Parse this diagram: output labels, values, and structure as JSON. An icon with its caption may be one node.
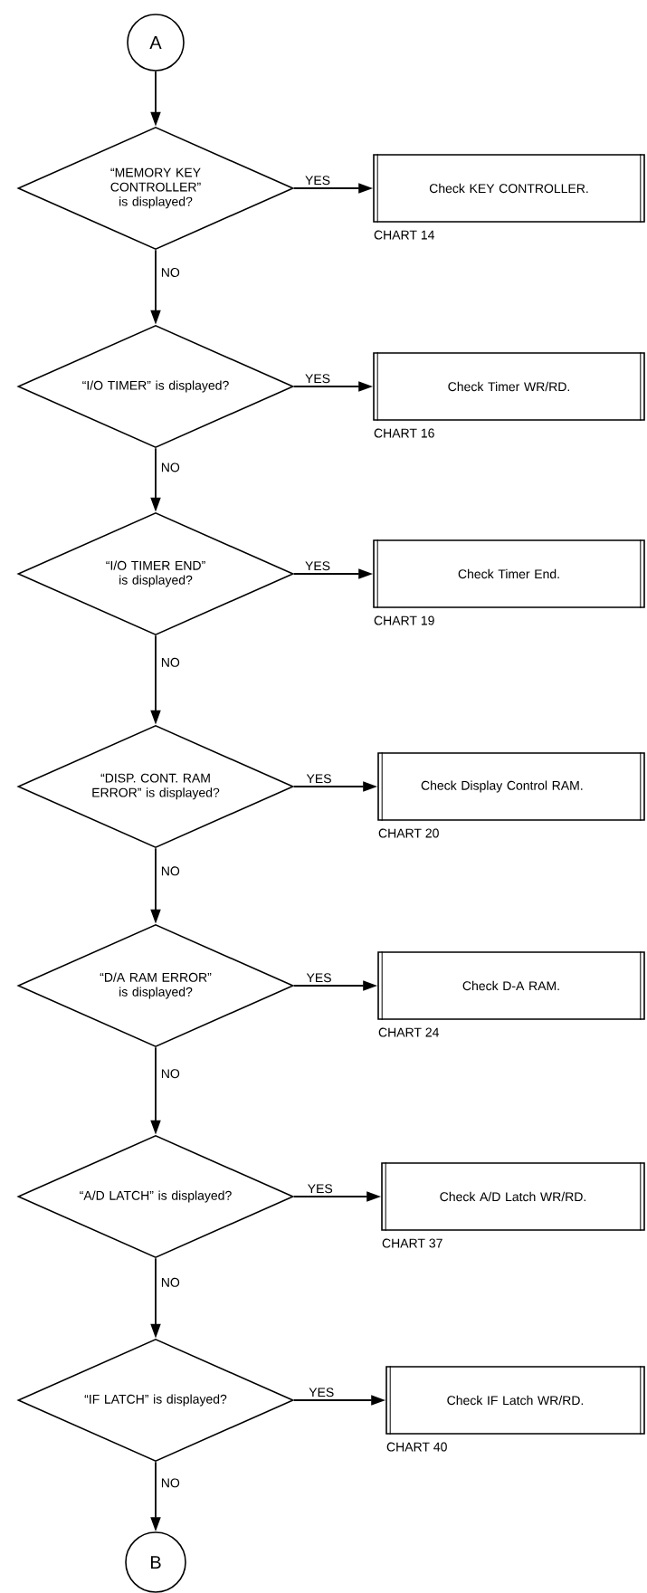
{
  "diagram": {
    "nodes": [
      {
        "text": [
          "A"
        ]
      },
      {
        "text": [
          "“MEMORY KEY CONTROLLER” is displayed?"
        ]
      },
      {
        "text": [
          "Check KEY CONTROLLER."
        ],
        "beside": [
          "CHART 14"
        ]
      },
      {
        "text": [
          "“I/O TIMER” is displayed?"
        ]
      },
      {
        "text": [
          "Check Timer WR/RD."
        ],
        "beside": [
          "CHART 16"
        ]
      },
      {
        "text": [
          "“I/O TIMER END” is displayed?"
        ]
      },
      {
        "text": [
          "Check Timer End."
        ],
        "beside": [
          "CHART 19"
        ]
      },
      {
        "text": [
          "“DISP. CONT. RAM ERROR” is displayed?"
        ]
      },
      {
        "text": [
          "Check Display Control RAM."
        ],
        "beside": [
          "CHART 20"
        ]
      },
      {
        "text": [
          "“D/A RAM ERROR” is displayed?"
        ]
      },
      {
        "text": [
          "Check D-A RAM."
        ],
        "beside": [
          "CHART 24"
        ]
      },
      {
        "text": [
          "“A/D LATCH” is displayed?"
        ]
      },
      {
        "text": [
          "Check A/D Latch WR/RD."
        ],
        "beside": [
          "CHART 37"
        ]
      },
      {
        "text": [
          "“IF LATCH” is displayed?"
        ]
      },
      {
        "text": [
          "Check IF Latch WR/RD."
        ],
        "beside": [
          "CHART 40"
        ]
      },
      {
        "text": [
          "B"
        ]
      }
    ],
    "edges": [
      {
        "from": 0,
        "to": 1,
        "arrow": "to"
      },
      {
        "from": 1,
        "to": 2,
        "arrow": "to",
        "label": "YES"
      },
      {
        "from": 1,
        "to": 3,
        "arrow": "to",
        "label": "NO"
      },
      {
        "from": 3,
        "to": 4,
        "arrow": "to",
        "label": "YES"
      },
      {
        "from": 3,
        "to": 5,
        "arrow": "to",
        "label": "NO"
      },
      {
        "from": 5,
        "to": 6,
        "arrow": "to",
        "label": "YES"
      },
      {
        "from": 5,
        "to": 7,
        "arrow": "to",
        "label": "NO"
      },
      {
        "from": 7,
        "to": 8,
        "arrow": "to",
        "label": "YES"
      },
      {
        "from": 7,
        "to": 9,
        "arrow": "to",
        "label": "NO"
      },
      {
        "from": 9,
        "to": 10,
        "arrow": "to",
        "label": "YES"
      },
      {
        "from": 9,
        "to": 11,
        "arrow": "to",
        "label": "NO"
      },
      {
        "from": 11,
        "to": 12,
        "arrow": "to",
        "label": "YES"
      },
      {
        "from": 11,
        "to": 13,
        "arrow": "to",
        "label": "NO"
      },
      {
        "from": 13,
        "to": 14,
        "arrow": "to",
        "label": "YES"
      },
      {
        "from": 13,
        "to": 15,
        "arrow": "to",
        "label": "NO"
      }
    ]
  }
}
